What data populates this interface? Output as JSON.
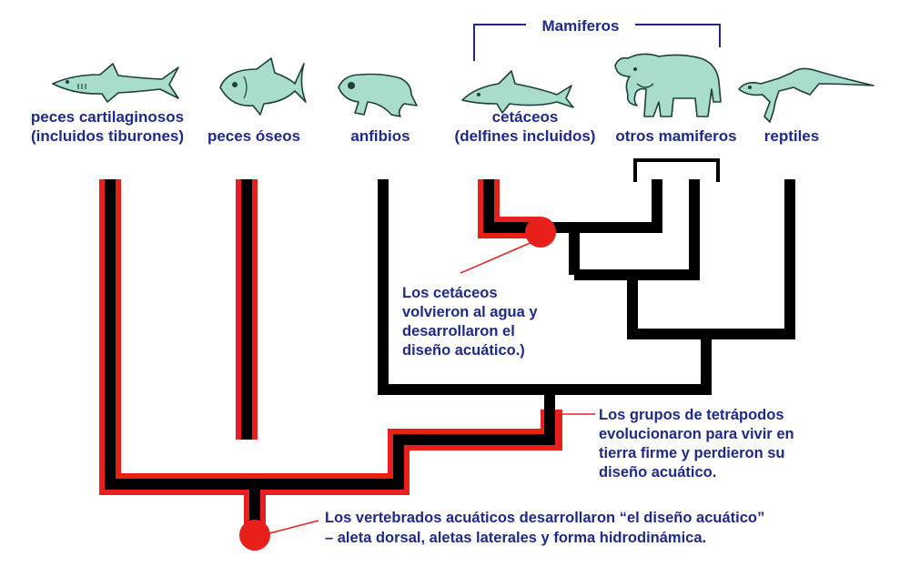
{
  "group_header": "Mamiferos",
  "taxa": [
    {
      "id": "sharks",
      "icon": "shark-icon",
      "lines": [
        "peces cartilaginosos",
        "(incluidos tiburones)"
      ]
    },
    {
      "id": "bony_fish",
      "icon": "tuna-icon",
      "lines": [
        "peces óseos"
      ]
    },
    {
      "id": "amphibians",
      "icon": "frog-icon",
      "lines": [
        "anfibios"
      ]
    },
    {
      "id": "cetaceans",
      "icon": "dolphin-icon",
      "lines": [
        "cetáceos",
        "(delfines incluidos)"
      ]
    },
    {
      "id": "other_mammals",
      "icon": "elephant-icon",
      "lines": [
        "otros mamiferos"
      ]
    },
    {
      "id": "reptiles",
      "icon": "lizard-icon",
      "lines": [
        "reptiles"
      ]
    }
  ],
  "notes": {
    "cetaceans": [
      "Los cetáceos",
      "volvieron al agua y",
      "desarrollaron el",
      "diseño acuático.)"
    ],
    "tetrapods": [
      "Los grupos de tetrápodos",
      "evolucionaron para vivir en",
      "tierra firme y perdieron su",
      "diseño acuático."
    ],
    "vertebrates": [
      "Los vertebrados acuáticos desarrollaron “el diseño acuático”",
      "– aleta dorsal, aletas laterales y forma hidrodinámica."
    ]
  },
  "colors": {
    "text": "#1f2a8a",
    "aquatic_lineage": "#e8201c",
    "lineage": "#000000",
    "animal_fill": "#a8dccb",
    "animal_outline": "#1e3f3a"
  }
}
